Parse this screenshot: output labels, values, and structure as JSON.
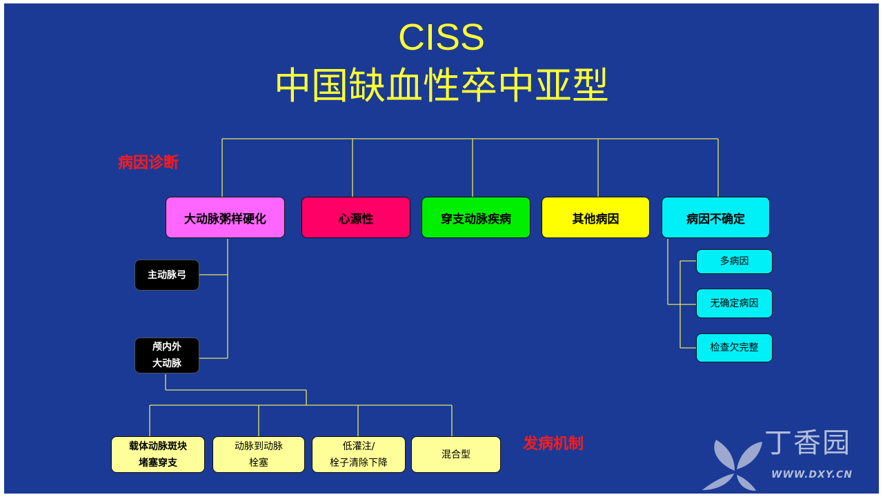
{
  "title": {
    "en": "CISS",
    "zh": "中国缺血性卒中亚型"
  },
  "labels": {
    "etiology": "病因诊断",
    "mechanism": "发病机制"
  },
  "colors": {
    "background": "#1a3a96",
    "title": "#ffff33",
    "label": "#ff1a1a",
    "line": "#e8e860",
    "atherosclerosis": "#ff66ff",
    "cardiogenic": "#ff0066",
    "perforator": "#00ee00",
    "other": "#ffff00",
    "undetermined": "#00f0f8",
    "mechanism": "#ffff99"
  },
  "etiology": [
    {
      "id": "atherosclerosis",
      "label": "大动脉粥样硬化"
    },
    {
      "id": "cardiogenic",
      "label": "心源性"
    },
    {
      "id": "perforator",
      "label": "穿支动脉疾病"
    },
    {
      "id": "other",
      "label": "其他病因"
    },
    {
      "id": "undetermined",
      "label": "病因不确定"
    }
  ],
  "aa_location": {
    "aortic_arch": "主动脉弓",
    "intracranial_line1": "颅内外",
    "intracranial_line2": "大动脉"
  },
  "undetermined_sub": [
    "多病因",
    "无确定病因",
    "检查欠完整"
  ],
  "mechanisms": [
    {
      "line1": "载体动脉斑块",
      "line2": "堵塞穿支"
    },
    {
      "line1": "动脉到动脉",
      "line2": "栓塞"
    },
    {
      "line1": "低灌注/",
      "line2": "栓子清除下降"
    },
    {
      "line1": "混合型",
      "line2": ""
    }
  ],
  "watermark": {
    "brand": "丁香园",
    "url": "WWW.DXY.CN"
  }
}
